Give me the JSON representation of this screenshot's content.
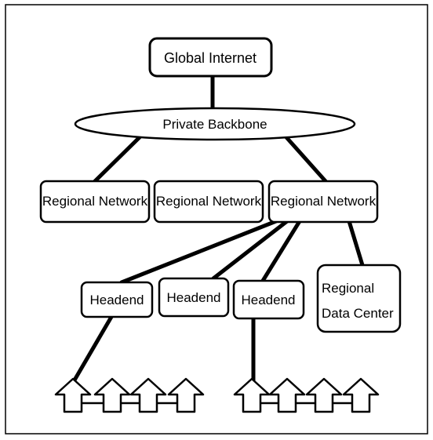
{
  "diagram": {
    "top": {
      "label": "Global Internet"
    },
    "backbone": {
      "label": "Private Backbone"
    },
    "regional_networks": [
      {
        "label": "Regional Network"
      },
      {
        "label": "Regional Network"
      },
      {
        "label": "Regional Network"
      }
    ],
    "headends": [
      {
        "label": "Headend"
      },
      {
        "label": "Headend"
      },
      {
        "label": "Headend"
      }
    ],
    "data_center": {
      "line1": "Regional",
      "line2": "Data Center"
    }
  }
}
